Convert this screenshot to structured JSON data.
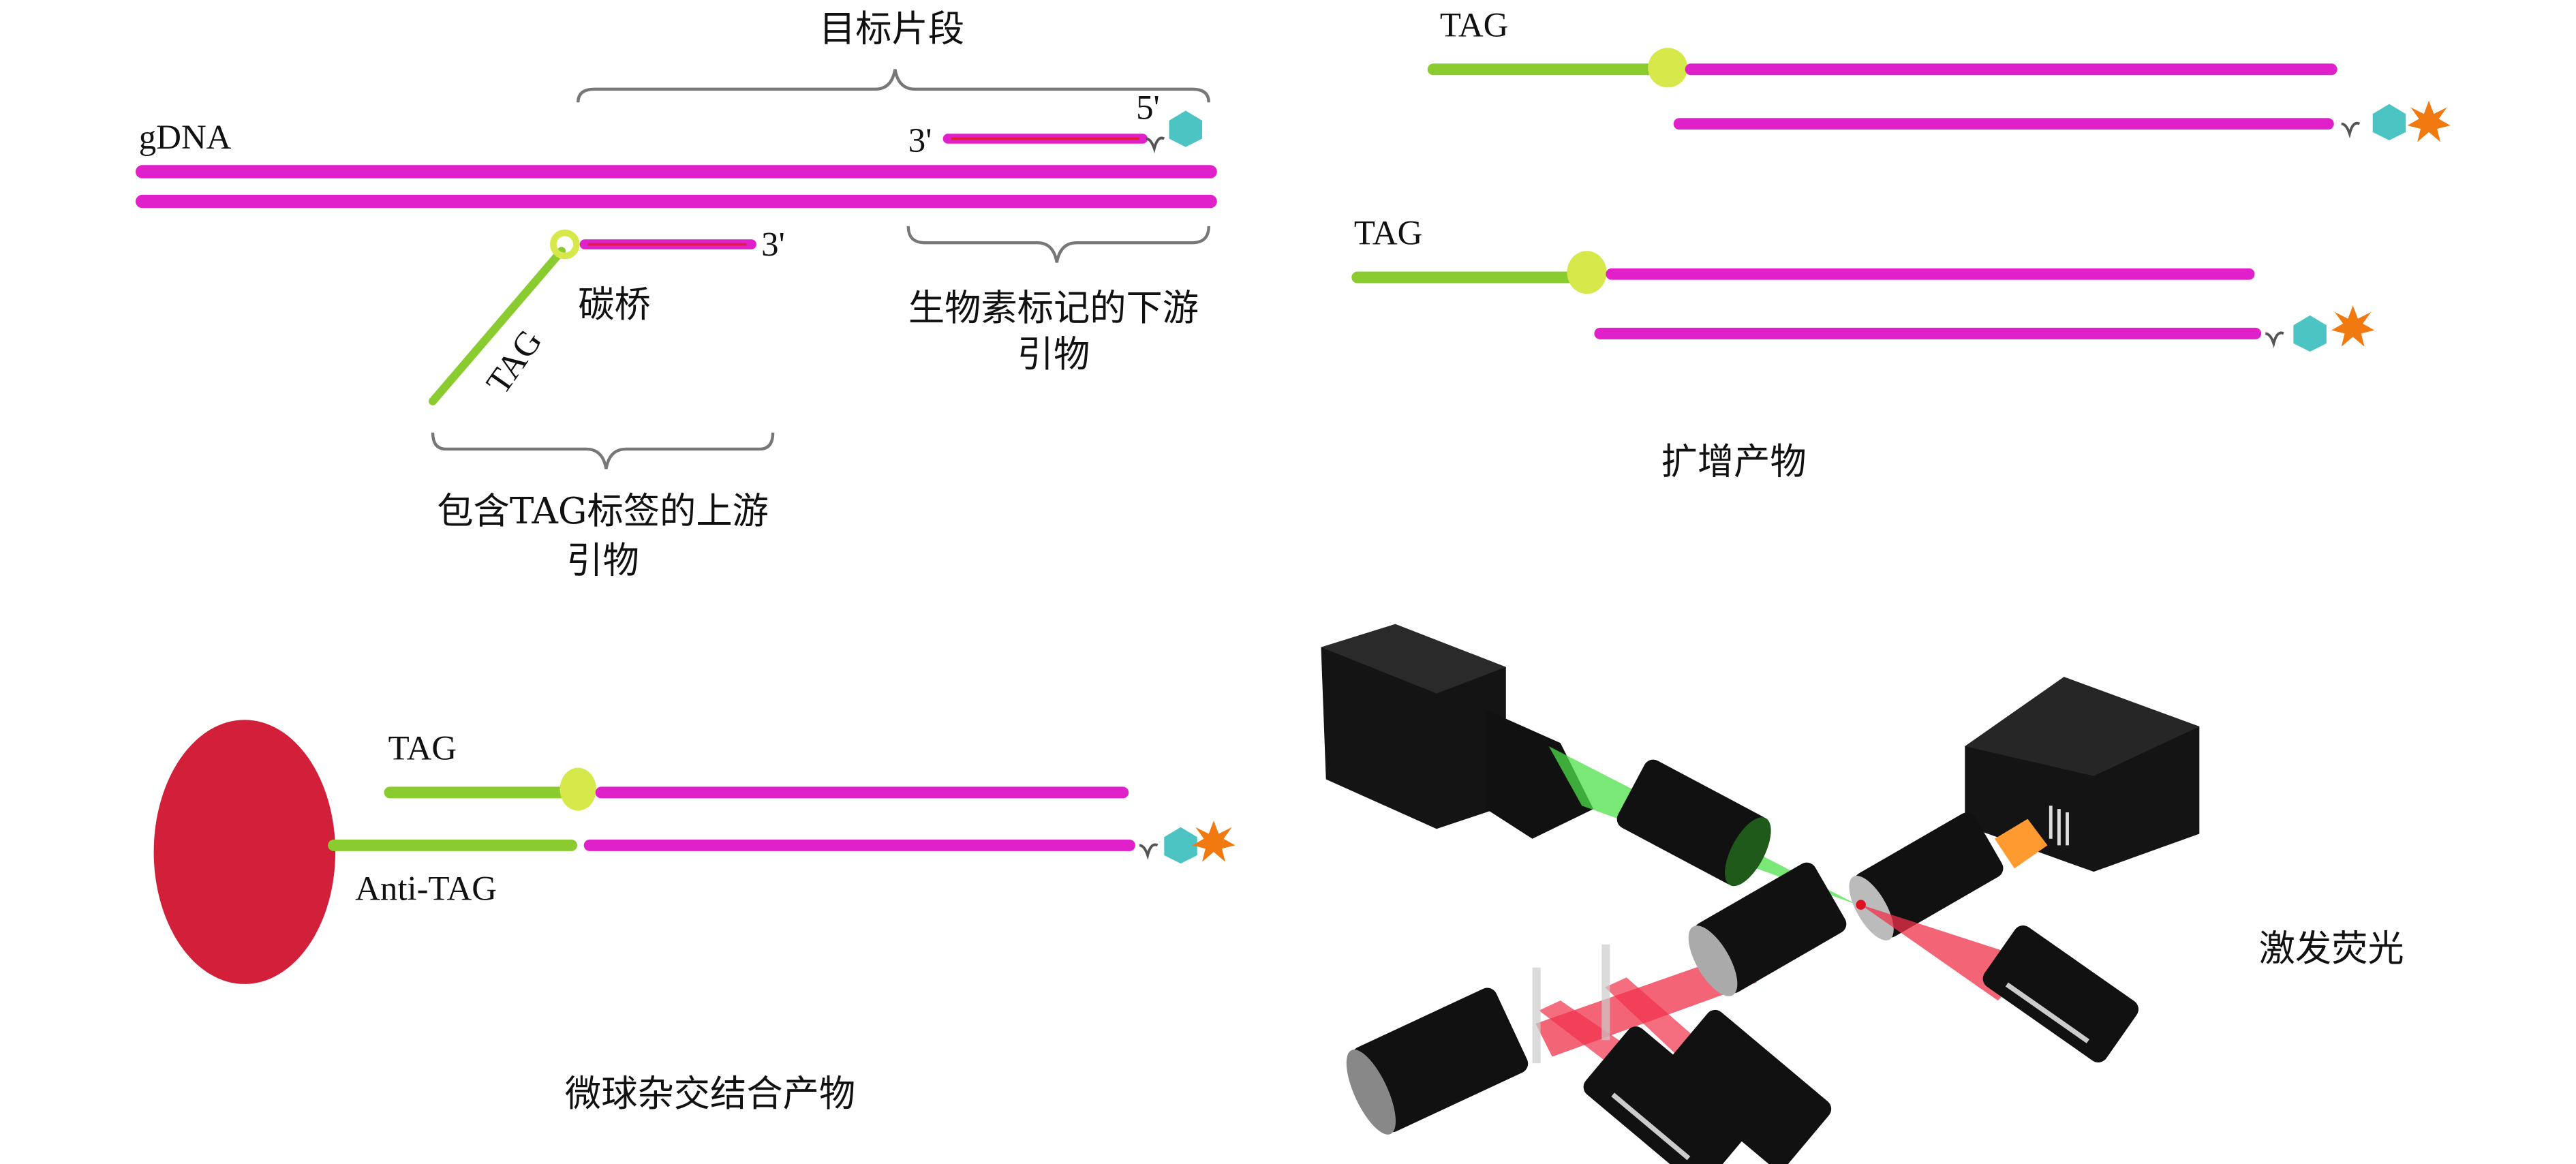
{
  "colors": {
    "strand": "#e020c8",
    "primer_core": "#e0203a",
    "tag": "#8acc30",
    "carbon_bridge": "#d6e84a",
    "biotin": "#4cc4c4",
    "fluor": "#f07a10",
    "bead": "#d2203a",
    "device": "#111111",
    "green_beam": "#4ee04a",
    "red_beam": "#f0304a",
    "orange_beam": "#ff9a30"
  },
  "panel_primers": {
    "target_label": "目标片段",
    "gdna_label": "gDNA",
    "three_prime_top": "3'",
    "five_prime": "5'",
    "three_prime_bottom": "3'",
    "carbon_bridge_label": "碳桥",
    "tag_label": "TAG",
    "downstream_label_line1": "生物素标记的下游",
    "downstream_label_line2": "引物",
    "upstream_label_line1": "包含TAG标签的上游",
    "upstream_label_line2": "引物"
  },
  "panel_amplification": {
    "tag_label_1": "TAG",
    "tag_label_2": "TAG",
    "caption": "扩增产物"
  },
  "panel_hybridization": {
    "tag_label": "TAG",
    "anti_tag_label": "Anti-TAG",
    "caption": "微球杂交结合产物"
  },
  "panel_detection": {
    "caption": "激发荧光"
  }
}
